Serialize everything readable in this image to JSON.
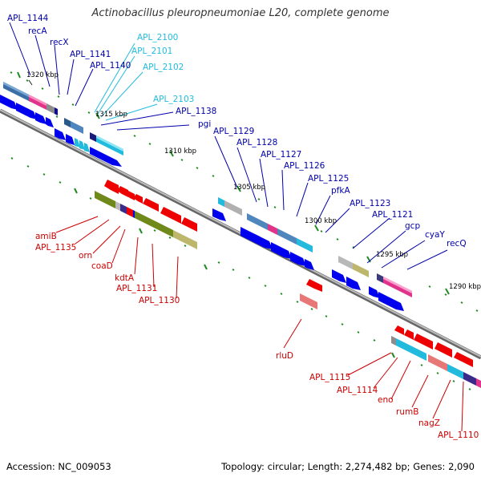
{
  "title": "Actinobacillus pleuropneumoniae L20, complete genome",
  "footer": {
    "accession": "Accession: NC_009053",
    "summary": "Topology: circular; Length: 2,274,482 bp; Genes: 2,090"
  },
  "ruler_labels": [
    "1320 kbp",
    "1315 kbp",
    "1310 kbp",
    "1305 kbp",
    "1300 kbp",
    "1295 kbp",
    "1290 kbp"
  ],
  "gene_labels_top": [
    "APL_1144",
    "recA",
    "recX",
    "APL_1141",
    "APL_1140",
    "APL_2100",
    "APL_2101",
    "APL_2102",
    "APL_2103",
    "APL_1138",
    "pgi",
    "APL_1129",
    "APL_1128",
    "APL_1127",
    "APL_1126",
    "APL_1125",
    "pfkA",
    "APL_1123",
    "APL_1121",
    "gcp",
    "cyaY",
    "recQ"
  ],
  "gene_labels_bottom": [
    "amiB",
    "APL_1135",
    "orn",
    "coaD",
    "kdtA",
    "APL_1131",
    "APL_1130",
    "rluD",
    "APL_1115",
    "APL_1114",
    "eno",
    "rumB",
    "nagZ",
    "APL_1110"
  ],
  "colors": {
    "forward_gene": "#0000ee",
    "reverse_gene": "#ee0000",
    "label_blue": "#0000aa",
    "label_cyan": "#22bbdd",
    "label_red": "#cc0000",
    "backbone": "#888888",
    "tick": "#228822"
  }
}
